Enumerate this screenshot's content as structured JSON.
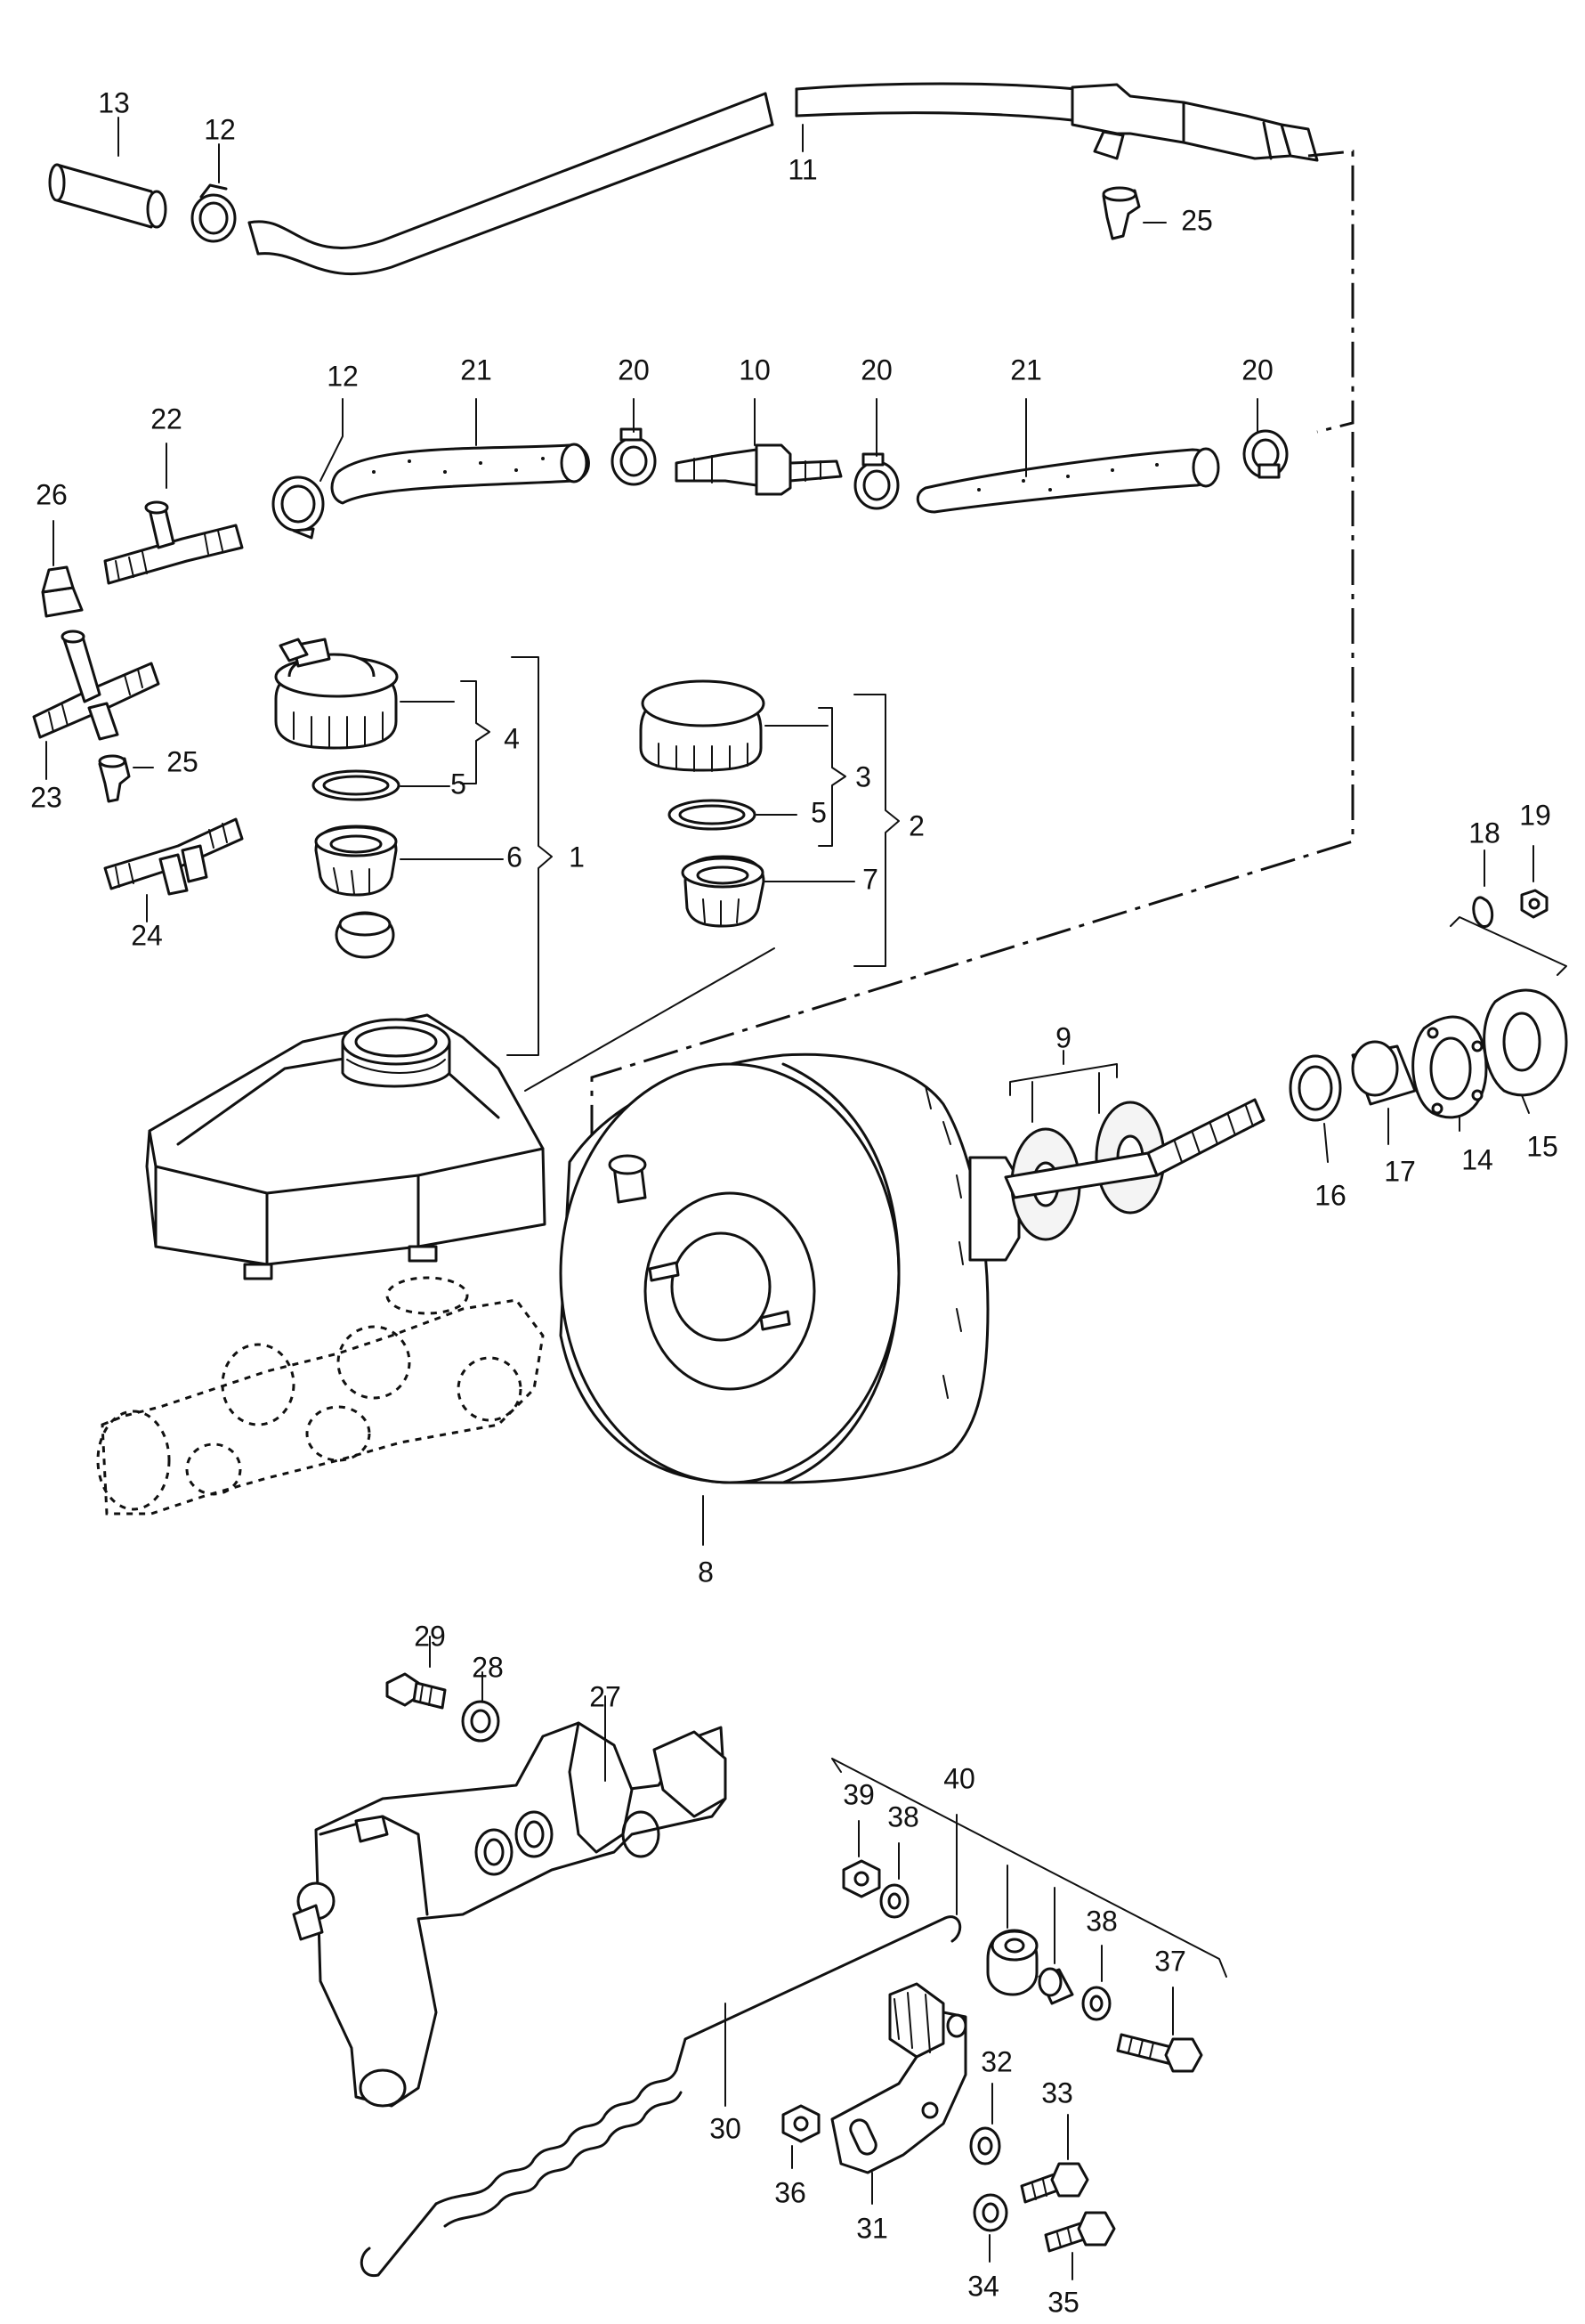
{
  "diagram": {
    "callouts": [
      {
        "id": "c13",
        "label": "13"
      },
      {
        "id": "c12a",
        "label": "12"
      },
      {
        "id": "c11",
        "label": "11"
      },
      {
        "id": "c25a",
        "label": "25"
      },
      {
        "id": "c12b",
        "label": "12"
      },
      {
        "id": "c21a",
        "label": "21"
      },
      {
        "id": "c20a",
        "label": "20"
      },
      {
        "id": "c10",
        "label": "10"
      },
      {
        "id": "c20b",
        "label": "20"
      },
      {
        "id": "c21b",
        "label": "21"
      },
      {
        "id": "c20c",
        "label": "20"
      },
      {
        "id": "c22",
        "label": "22"
      },
      {
        "id": "c26",
        "label": "26"
      },
      {
        "id": "c23",
        "label": "23"
      },
      {
        "id": "c25b",
        "label": "25"
      },
      {
        "id": "c24",
        "label": "24"
      },
      {
        "id": "c4",
        "label": "4"
      },
      {
        "id": "c5a",
        "label": "5"
      },
      {
        "id": "c6",
        "label": "6"
      },
      {
        "id": "c1",
        "label": "1"
      },
      {
        "id": "c3",
        "label": "3"
      },
      {
        "id": "c5b",
        "label": "5"
      },
      {
        "id": "c7",
        "label": "7"
      },
      {
        "id": "c2",
        "label": "2"
      },
      {
        "id": "c18",
        "label": "18"
      },
      {
        "id": "c19",
        "label": "19"
      },
      {
        "id": "c9",
        "label": "9"
      },
      {
        "id": "c16",
        "label": "16"
      },
      {
        "id": "c17",
        "label": "17"
      },
      {
        "id": "c14",
        "label": "14"
      },
      {
        "id": "c15",
        "label": "15"
      },
      {
        "id": "c8",
        "label": "8"
      },
      {
        "id": "c29",
        "label": "29"
      },
      {
        "id": "c28",
        "label": "28"
      },
      {
        "id": "c27",
        "label": "27"
      },
      {
        "id": "c40",
        "label": "40"
      },
      {
        "id": "c39",
        "label": "39"
      },
      {
        "id": "c38a",
        "label": "38"
      },
      {
        "id": "c38b",
        "label": "38"
      },
      {
        "id": "c37",
        "label": "37"
      },
      {
        "id": "c32",
        "label": "32"
      },
      {
        "id": "c33",
        "label": "33"
      },
      {
        "id": "c30",
        "label": "30"
      },
      {
        "id": "c36",
        "label": "36"
      },
      {
        "id": "c31",
        "label": "31"
      },
      {
        "id": "c34",
        "label": "34"
      },
      {
        "id": "c35",
        "label": "35"
      }
    ]
  }
}
